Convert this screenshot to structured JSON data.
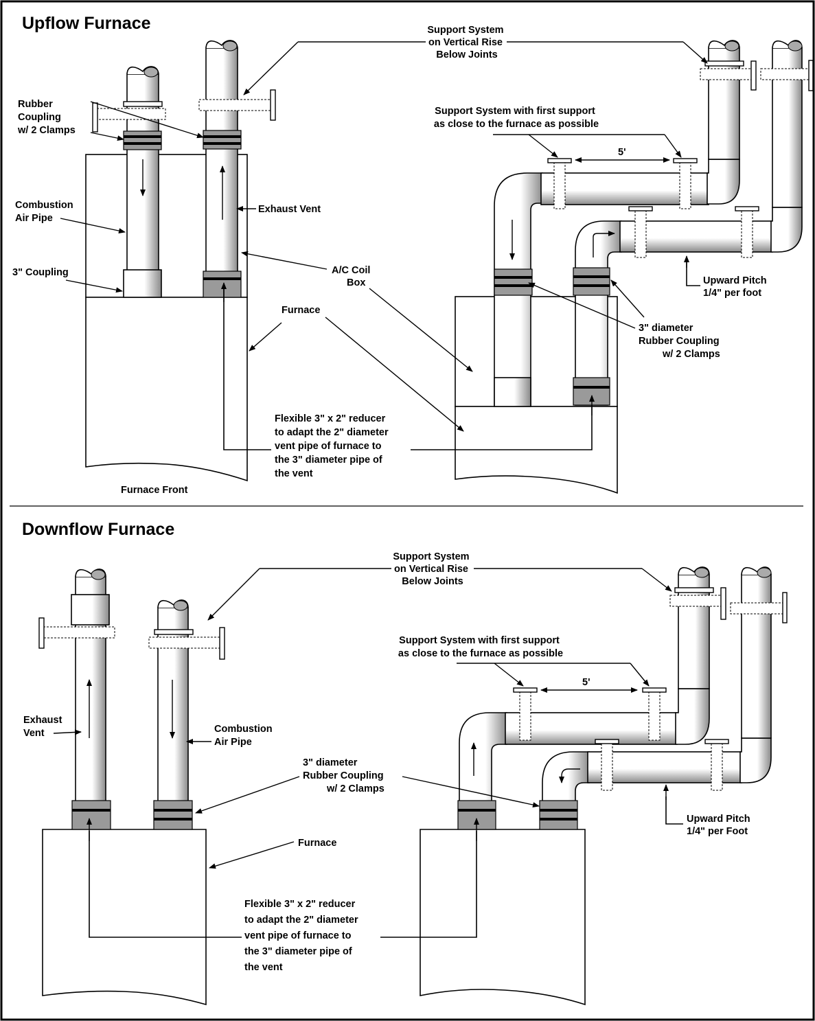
{
  "upflow": {
    "title": "Upflow Furnace",
    "support_vertical": [
      "Support System",
      "on Vertical Rise",
      "Below Joints"
    ],
    "rubber_coupling": [
      "Rubber",
      "Coupling",
      "w/ 2 Clamps"
    ],
    "support_first": [
      "Support System with first support",
      "as close to the furnace as possible"
    ],
    "distance": "5'",
    "combustion_air_pipe": [
      "Combustion",
      "Air Pipe"
    ],
    "exhaust_vent": "Exhaust Vent",
    "coupling_3in": "3\" Coupling",
    "ac_coil_box": [
      "A/C Coil",
      "Box"
    ],
    "furnace": "Furnace",
    "upward_pitch": [
      "Upward Pitch",
      "1/4\" per foot"
    ],
    "diameter_coupling": [
      "3\" diameter",
      "Rubber Coupling",
      "w/ 2 Clamps"
    ],
    "reducer": [
      "Flexible 3\" x 2\" reducer",
      "to adapt the 2\" diameter",
      "vent pipe of furnace to",
      "the 3\" diameter pipe of",
      "the vent"
    ],
    "furnace_front": "Furnace Front"
  },
  "downflow": {
    "title": "Downflow Furnace",
    "support_vertical": [
      "Support System",
      "on Vertical Rise",
      "Below Joints"
    ],
    "support_first": [
      "Support System with first support",
      "as close to the furnace as possible"
    ],
    "distance": "5'",
    "exhaust_vent": [
      "Exhaust",
      "Vent"
    ],
    "combustion_air_pipe": [
      "Combustion",
      "Air Pipe"
    ],
    "diameter_coupling": [
      "3\" diameter",
      "Rubber Coupling",
      "w/ 2 Clamps"
    ],
    "furnace": "Furnace",
    "upward_pitch": [
      "Upward Pitch",
      "1/4\" per Foot"
    ],
    "reducer": [
      "Flexible 3\" x 2\" reducer",
      "to adapt the 2\" diameter",
      "vent pipe of furnace to",
      "the 3\" diameter pipe of",
      "the vent"
    ]
  }
}
